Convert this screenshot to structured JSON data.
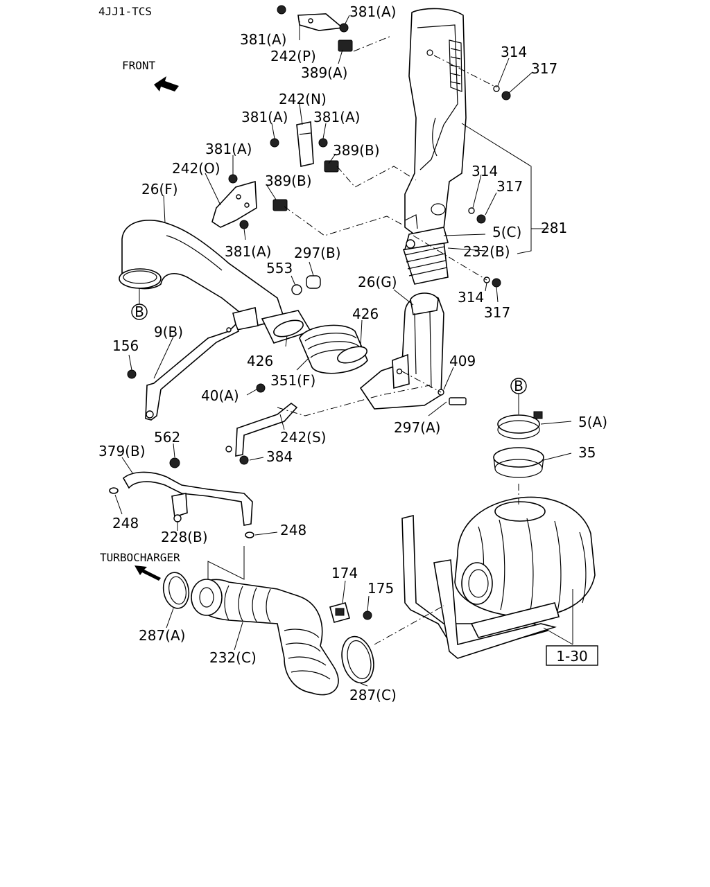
{
  "header": {
    "model_code": "4JJ1-TCS"
  },
  "annotations": {
    "front": "FRONT",
    "turbocharger": "TURBOCHARGER",
    "ref_box": "1-30",
    "marker_b": "B"
  },
  "labels": {
    "l381a_1": "381(A)",
    "l381a_2": "381(A)",
    "l242p": "242(P)",
    "l389a": "389(A)",
    "l314_1": "314",
    "l317_1": "317",
    "l242n": "242(N)",
    "l381a_3": "381(A)",
    "l381a_4": "381(A)",
    "l389b_1": "389(B)",
    "l381a_5": "381(A)",
    "l242o": "242(O)",
    "l389b_2": "389(B)",
    "l26f": "26(F)",
    "l314_2": "314",
    "l317_2": "317",
    "l5c": "5(C)",
    "l281": "281",
    "l232b": "232(B)",
    "l381a_6": "381(A)",
    "l297b": "297(B)",
    "l553": "553",
    "l26g": "26(G)",
    "l314_3": "314",
    "l317_3": "317",
    "l426_1": "426",
    "l9b": "9(B)",
    "l156": "156",
    "l426_2": "426",
    "l351f": "351(F)",
    "l409": "409",
    "l40a": "40(A)",
    "l242s": "242(S)",
    "l297a": "297(A)",
    "l5a": "5(A)",
    "l35": "35",
    "l562": "562",
    "l379b": "379(B)",
    "l384": "384",
    "l248_1": "248",
    "l228b": "228(B)",
    "l248_2": "248",
    "l174": "174",
    "l175": "175",
    "l287a": "287(A)",
    "l232c": "232(C)",
    "l287c": "287(C)"
  }
}
